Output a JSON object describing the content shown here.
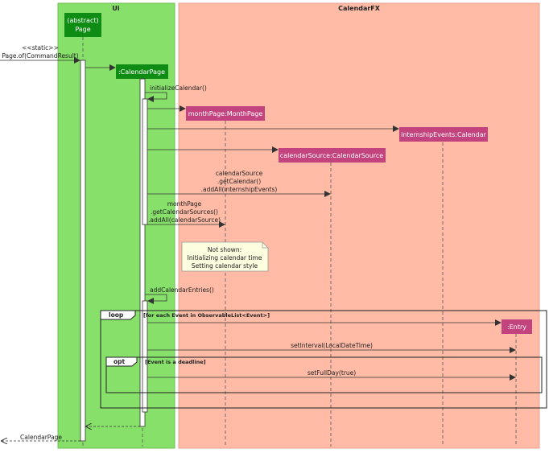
{
  "colors": {
    "ui_pkg": "#86e06a",
    "fx_pkg": "#ffbba6",
    "ui_box": "#0f8c13",
    "fx_box": "#c2437d",
    "note": "#fdfde0"
  },
  "packages": {
    "ui": "Ui",
    "fx": "CalendarFX"
  },
  "participants": {
    "page_line1": "(abstract)",
    "page_line2": "Page",
    "calendar_page": ":CalendarPage",
    "month_page": "monthPage:MonthPage",
    "internship_events": "internshipEvents:Calendar",
    "calendar_source": "calendarSource:CalendarSource",
    "entry": ":Entry"
  },
  "messages": {
    "static_stereo": "<<static>>",
    "page_of": "Page.of(CommandResult)",
    "initialize_calendar": "initializeCalendar()",
    "cs_line1": "calendarSource",
    "cs_line2": ".getCalendar()",
    "cs_line3": ".addAll(internshipEvents)",
    "mp_line1": "monthPage",
    "mp_line2": ".getCalendarSources()",
    "mp_line3": ".addAll(calendarSource)",
    "add_entries": "addCalendarEntries()",
    "set_interval": "setInterval(LocalDateTime)",
    "set_full_day": "setFullDay(true)",
    "return_calendar_page": "CalendarPage"
  },
  "note": {
    "line1": "Not shown:",
    "line2": "Initializing calendar time",
    "line3": "Setting calendar style"
  },
  "fragments": {
    "loop_label": "loop",
    "loop_guard": "[for each Event in ObservableList<Event>]",
    "opt_label": "opt",
    "opt_guard": "[Event is a deadline]"
  }
}
